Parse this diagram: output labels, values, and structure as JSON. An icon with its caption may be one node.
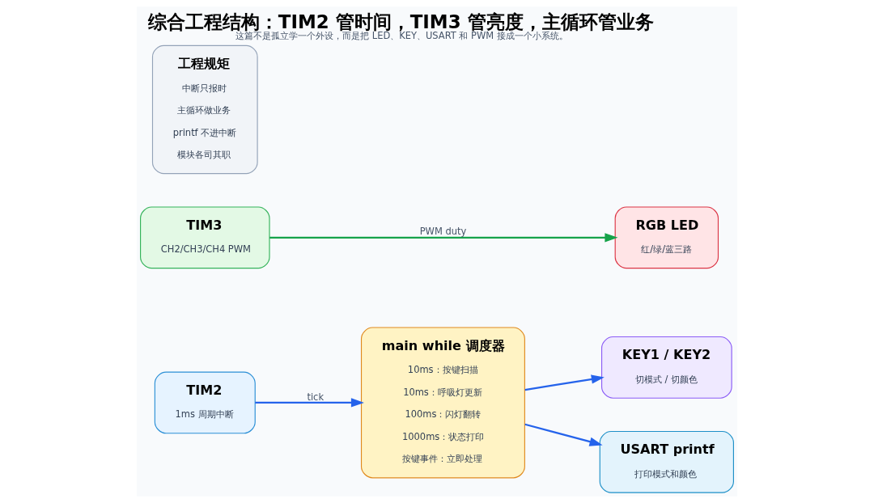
{
  "diagram": {
    "title": "综合工程结构：TIM2 管时间，TIM3 管亮度，主循环管业务",
    "caption": "这篇不是孤立学一个外设，而是把 LED、KEY、USART 和 PWM 接成一个小系统。",
    "nodes": [
      {
        "text": [
          "TIM2",
          "1ms 周期中断"
        ]
      },
      {
        "text": [
          "TIM3",
          "CH2/CH3/CH4 PWM"
        ]
      },
      {
        "text": [
          "main while 调度器",
          "10ms：按键扫描",
          "10ms：呼吸灯更新",
          "100ms：闪灯翻转",
          "1000ms：状态打印",
          "按键事件：立即处理"
        ]
      },
      {
        "text": [
          "RGB LED",
          "红/绿/蓝三路"
        ]
      },
      {
        "text": [
          "KEY1 / KEY2",
          "切模式 / 切颜色"
        ]
      },
      {
        "text": [
          "USART printf",
          "打印模式和颜色"
        ]
      },
      {
        "text": [
          "工程规矩",
          "中断只报时",
          "主循环做业务",
          "printf 不进中断",
          "模块各司其职"
        ]
      }
    ],
    "edges": [
      {
        "from": 0,
        "to": 2,
        "arrow": "to",
        "label": "tick"
      },
      {
        "from": 1,
        "to": 3,
        "arrow": "to",
        "label": "PWM duty",
        "color": "#16a34a"
      },
      {
        "from": 2,
        "to": 4,
        "arrow": "to"
      },
      {
        "from": 2,
        "to": 5,
        "arrow": "to"
      }
    ]
  }
}
